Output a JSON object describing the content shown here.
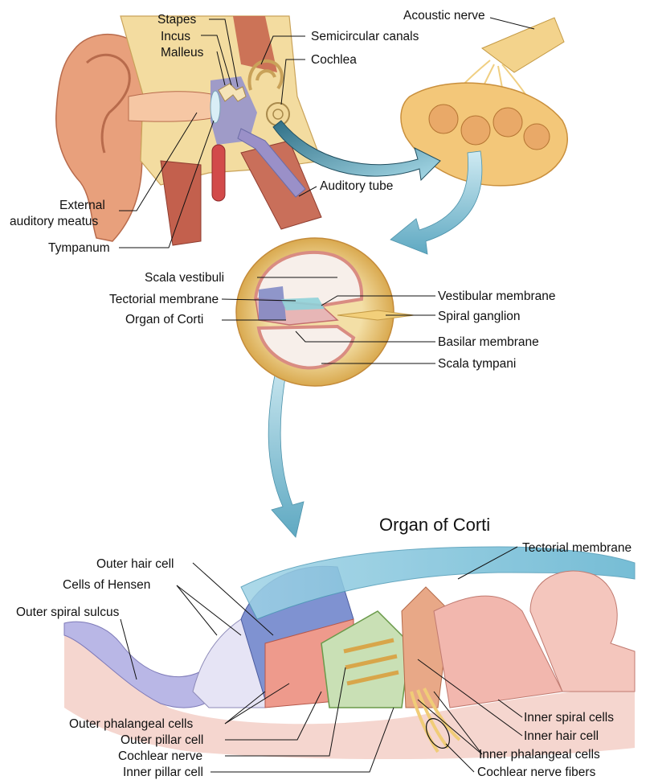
{
  "title": "Organ of Corti",
  "colors": {
    "skin": "#e59a72",
    "bone": "#f1d89a",
    "muscle": "#c85a4a",
    "membrane_blue": "#8fc6dc",
    "hair_cells": "#6d79b8",
    "tissue_pink": "#f2b3aa",
    "arrow": "#7cc3d9",
    "nerve": "#f2d087"
  },
  "labels": {
    "stapes": "Stapes",
    "incus": "Incus",
    "malleus": "Malleus",
    "semicircular_canals": "Semicircular canals",
    "cochlea": "Cochlea",
    "acoustic_nerve": "Acoustic nerve",
    "auditory_tube": "Auditory tube",
    "external_meatus_1": "External",
    "external_meatus_2": "auditory meatus",
    "tympanum": "Tympanum",
    "scala_vestibuli": "Scala vestibuli",
    "tectorial_membrane_mid": "Tectorial membrane",
    "organ_of_corti_mid": "Organ of Corti",
    "vestibular_membrane": "Vestibular membrane",
    "spiral_ganglion": "Spiral ganglion",
    "basilar_membrane": "Basilar membrane",
    "scala_tympani": "Scala tympani",
    "outer_hair_cell": "Outer hair cell",
    "cells_of_hensen": "Cells of Hensen",
    "outer_spiral_sulcus": "Outer spiral sulcus",
    "tectorial_membrane_bottom": "Tectorial membrane",
    "outer_phalangeal_cells": "Outer phalangeal cells",
    "outer_pillar_cell": "Outer pillar cell",
    "cochlear_nerve": "Cochlear nerve",
    "inner_pillar_cell": "Inner pillar cell",
    "inner_spiral_cells": "Inner spiral cells",
    "inner_hair_cell": "Inner hair cell",
    "inner_phalangeal_cells": "Inner phalangeal cells",
    "cochlear_nerve_fibers": "Cochlear nerve fibers"
  }
}
